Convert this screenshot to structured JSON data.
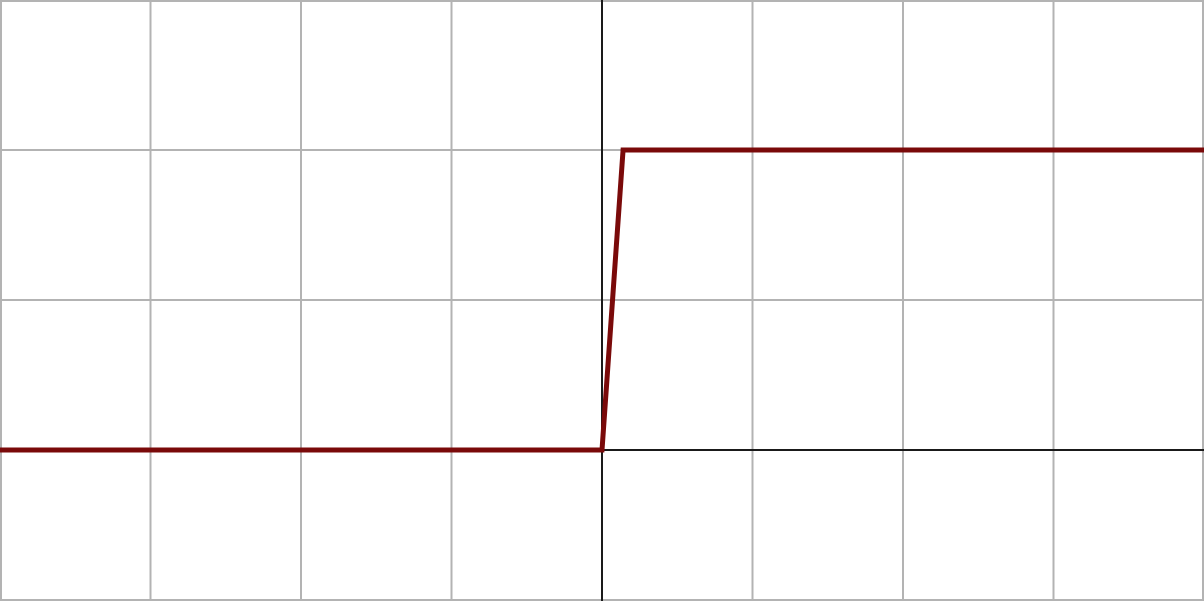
{
  "chart_data": {
    "type": "line",
    "title": "",
    "xlabel": "",
    "ylabel": "",
    "xlim": [
      -4,
      4
    ],
    "ylim": [
      -1,
      3
    ],
    "x_grid_step": 1,
    "y_grid_step": 1,
    "grid": true,
    "axes_visible": true,
    "series": [
      {
        "x": [
          -4,
          -3,
          -2,
          -1,
          0,
          0.14,
          1,
          2,
          3,
          4
        ],
        "y": [
          0,
          0,
          0,
          0,
          0,
          2,
          2,
          2,
          2,
          2
        ]
      }
    ]
  },
  "colors": {
    "background": "#ffffff",
    "grid": "#b3b3b3",
    "axis": "#1a1a1a",
    "series": "#7a0a0a"
  }
}
